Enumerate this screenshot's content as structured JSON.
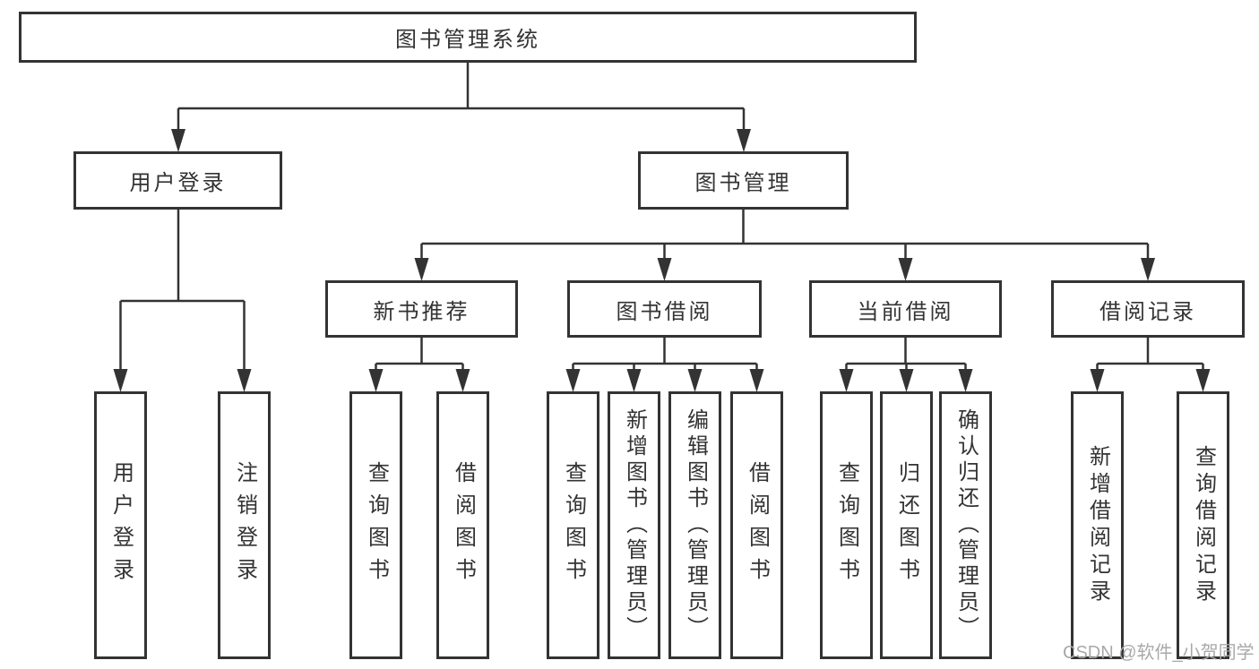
{
  "tree": {
    "root": "图书管理系统",
    "level2": [
      {
        "label": "用户登录",
        "children": [
          "用户登录",
          "注销登录"
        ]
      },
      {
        "label": "图书管理",
        "modules": [
          {
            "label": "新书推荐",
            "children": [
              "查询图书",
              "借阅图书"
            ]
          },
          {
            "label": "图书借阅",
            "children": [
              "查询图书",
              "新增图书（管理员）",
              "编辑图书（管理员）",
              "借阅图书"
            ]
          },
          {
            "label": "当前借阅",
            "children": [
              "查询图书",
              "归还图书",
              "确认归还（管理员）"
            ]
          },
          {
            "label": "借阅记录",
            "children": [
              "新增借阅记录",
              "查询借阅记录"
            ]
          }
        ]
      }
    ]
  },
  "watermark": "CSDN @软件_小贺同学",
  "colors": {
    "line": "#333333",
    "box_border": "#333333",
    "box_fill": "#ffffff",
    "text": "#333333",
    "watermark": "#a9a9a9"
  }
}
